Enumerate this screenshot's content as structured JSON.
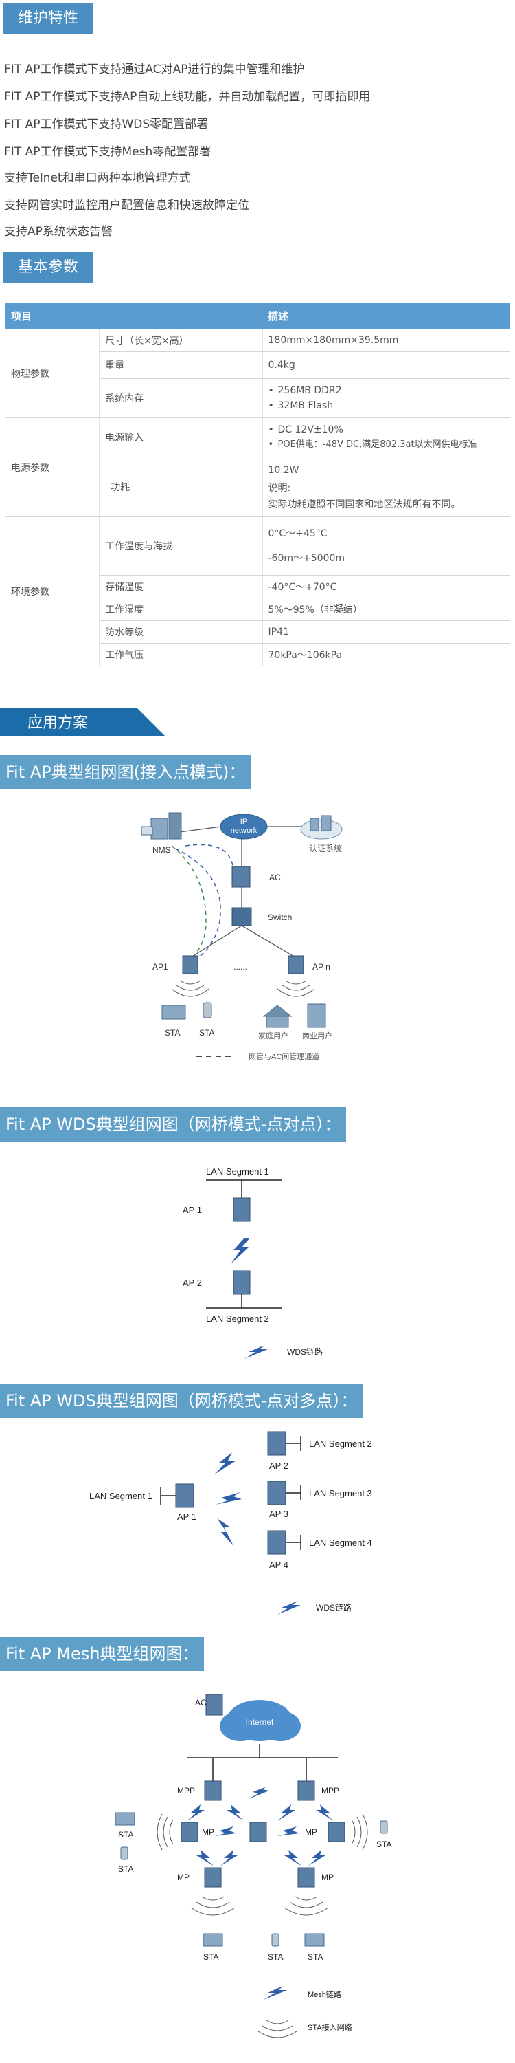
{
  "sections": {
    "maintenance_title": "维护特性",
    "basic_title": "基本参数",
    "app_title": "应用方案"
  },
  "maintenance": [
    "FIT AP工作模式下支持通过AC对AP进行的集中管理和维护",
    "FIT AP工作模式下支持AP自动上线功能，并自动加载配置，可即插即用",
    "FIT AP工作模式下支持WDS零配置部署",
    "FIT AP工作模式下支持Mesh零配置部署",
    "支持Telnet和串口两种本地管理方式",
    "支持网管实时监控用户配置信息和快速故障定位",
    "支持AP系统状态告警"
  ],
  "table": {
    "h1": "项目",
    "h2": "描述",
    "g1": "物理参数",
    "g2": "电源参数",
    "g3": "环境参数",
    "r1k": "尺寸（长×宽×高）",
    "r1v": "180mm×180mm×39.5mm",
    "r2k": "重量",
    "r2v": "0.4kg",
    "r3k": "系统内存",
    "r3v1": "256MB DDR2",
    "r3v2": "32MB Flash",
    "r4k": "电源输入",
    "r4v1": "DC 12V±10%",
    "r4v2": "POE供电：-48V DC,满足802.3at以太网供电标准",
    "r5k": "功耗",
    "r5v1": "10.2W",
    "r5v2": "说明:",
    "r5v3": "实际功耗遵照不同国家和地区法规所有不同。",
    "r6k": "工作温度与海拔",
    "r6v1": "0°C～+45°C",
    "r6v2": "-60m～+5000m",
    "r7k": "存储温度",
    "r7v": "-40°C～+70°C",
    "r8k": "工作湿度",
    "r8v": "5%～95%（非凝结）",
    "r9k": "防水等级",
    "r9v": "IP41",
    "r10k": "工作气压",
    "r10v": "70kPa～106kPa"
  },
  "diagrams": {
    "fitap": {
      "title": "Fit AP典型组网图(接入点模式)：",
      "nms": "NMS",
      "ip1": "IP",
      "ip2": "network",
      "auth": "认证系统",
      "ac": "AC",
      "switch": "Switch",
      "ap1": "AP1",
      "dots": "......",
      "apn": "AP n",
      "sta": "STA",
      "home": "家庭用户",
      "biz": "商业用户",
      "legend": "网管与AC间管理通道"
    },
    "wds_p2p": {
      "title": "Fit AP WDS典型组网图（网桥模式-点对点）：",
      "seg1": "LAN Segment 1",
      "seg2": "LAN Segment 2",
      "ap1": "AP 1",
      "ap2": "AP 2",
      "legend": "WDS链路"
    },
    "wds_p2mp": {
      "title": "Fit AP WDS典型组网图（网桥模式-点对多点）：",
      "seg1": "LAN Segment 1",
      "seg2": "LAN Segment 2",
      "seg3": "LAN Segment 3",
      "seg4": "LAN Segment 4",
      "ap1": "AP 1",
      "ap2": "AP 2",
      "ap3": "AP 3",
      "ap4": "AP 4",
      "legend": "WDS链路"
    },
    "mesh": {
      "title": "Fit AP Mesh典型组网图：",
      "ac": "AC",
      "internet": "Internet",
      "mpp": "MPP",
      "mp": "MP",
      "sta": "STA",
      "legend1": "Mesh链路",
      "legend2": "STA接入网络"
    }
  },
  "colors": {
    "accent": "#4a8ec2",
    "banner": "#5fa0c9",
    "dark_tab": "#1b6ca8"
  }
}
